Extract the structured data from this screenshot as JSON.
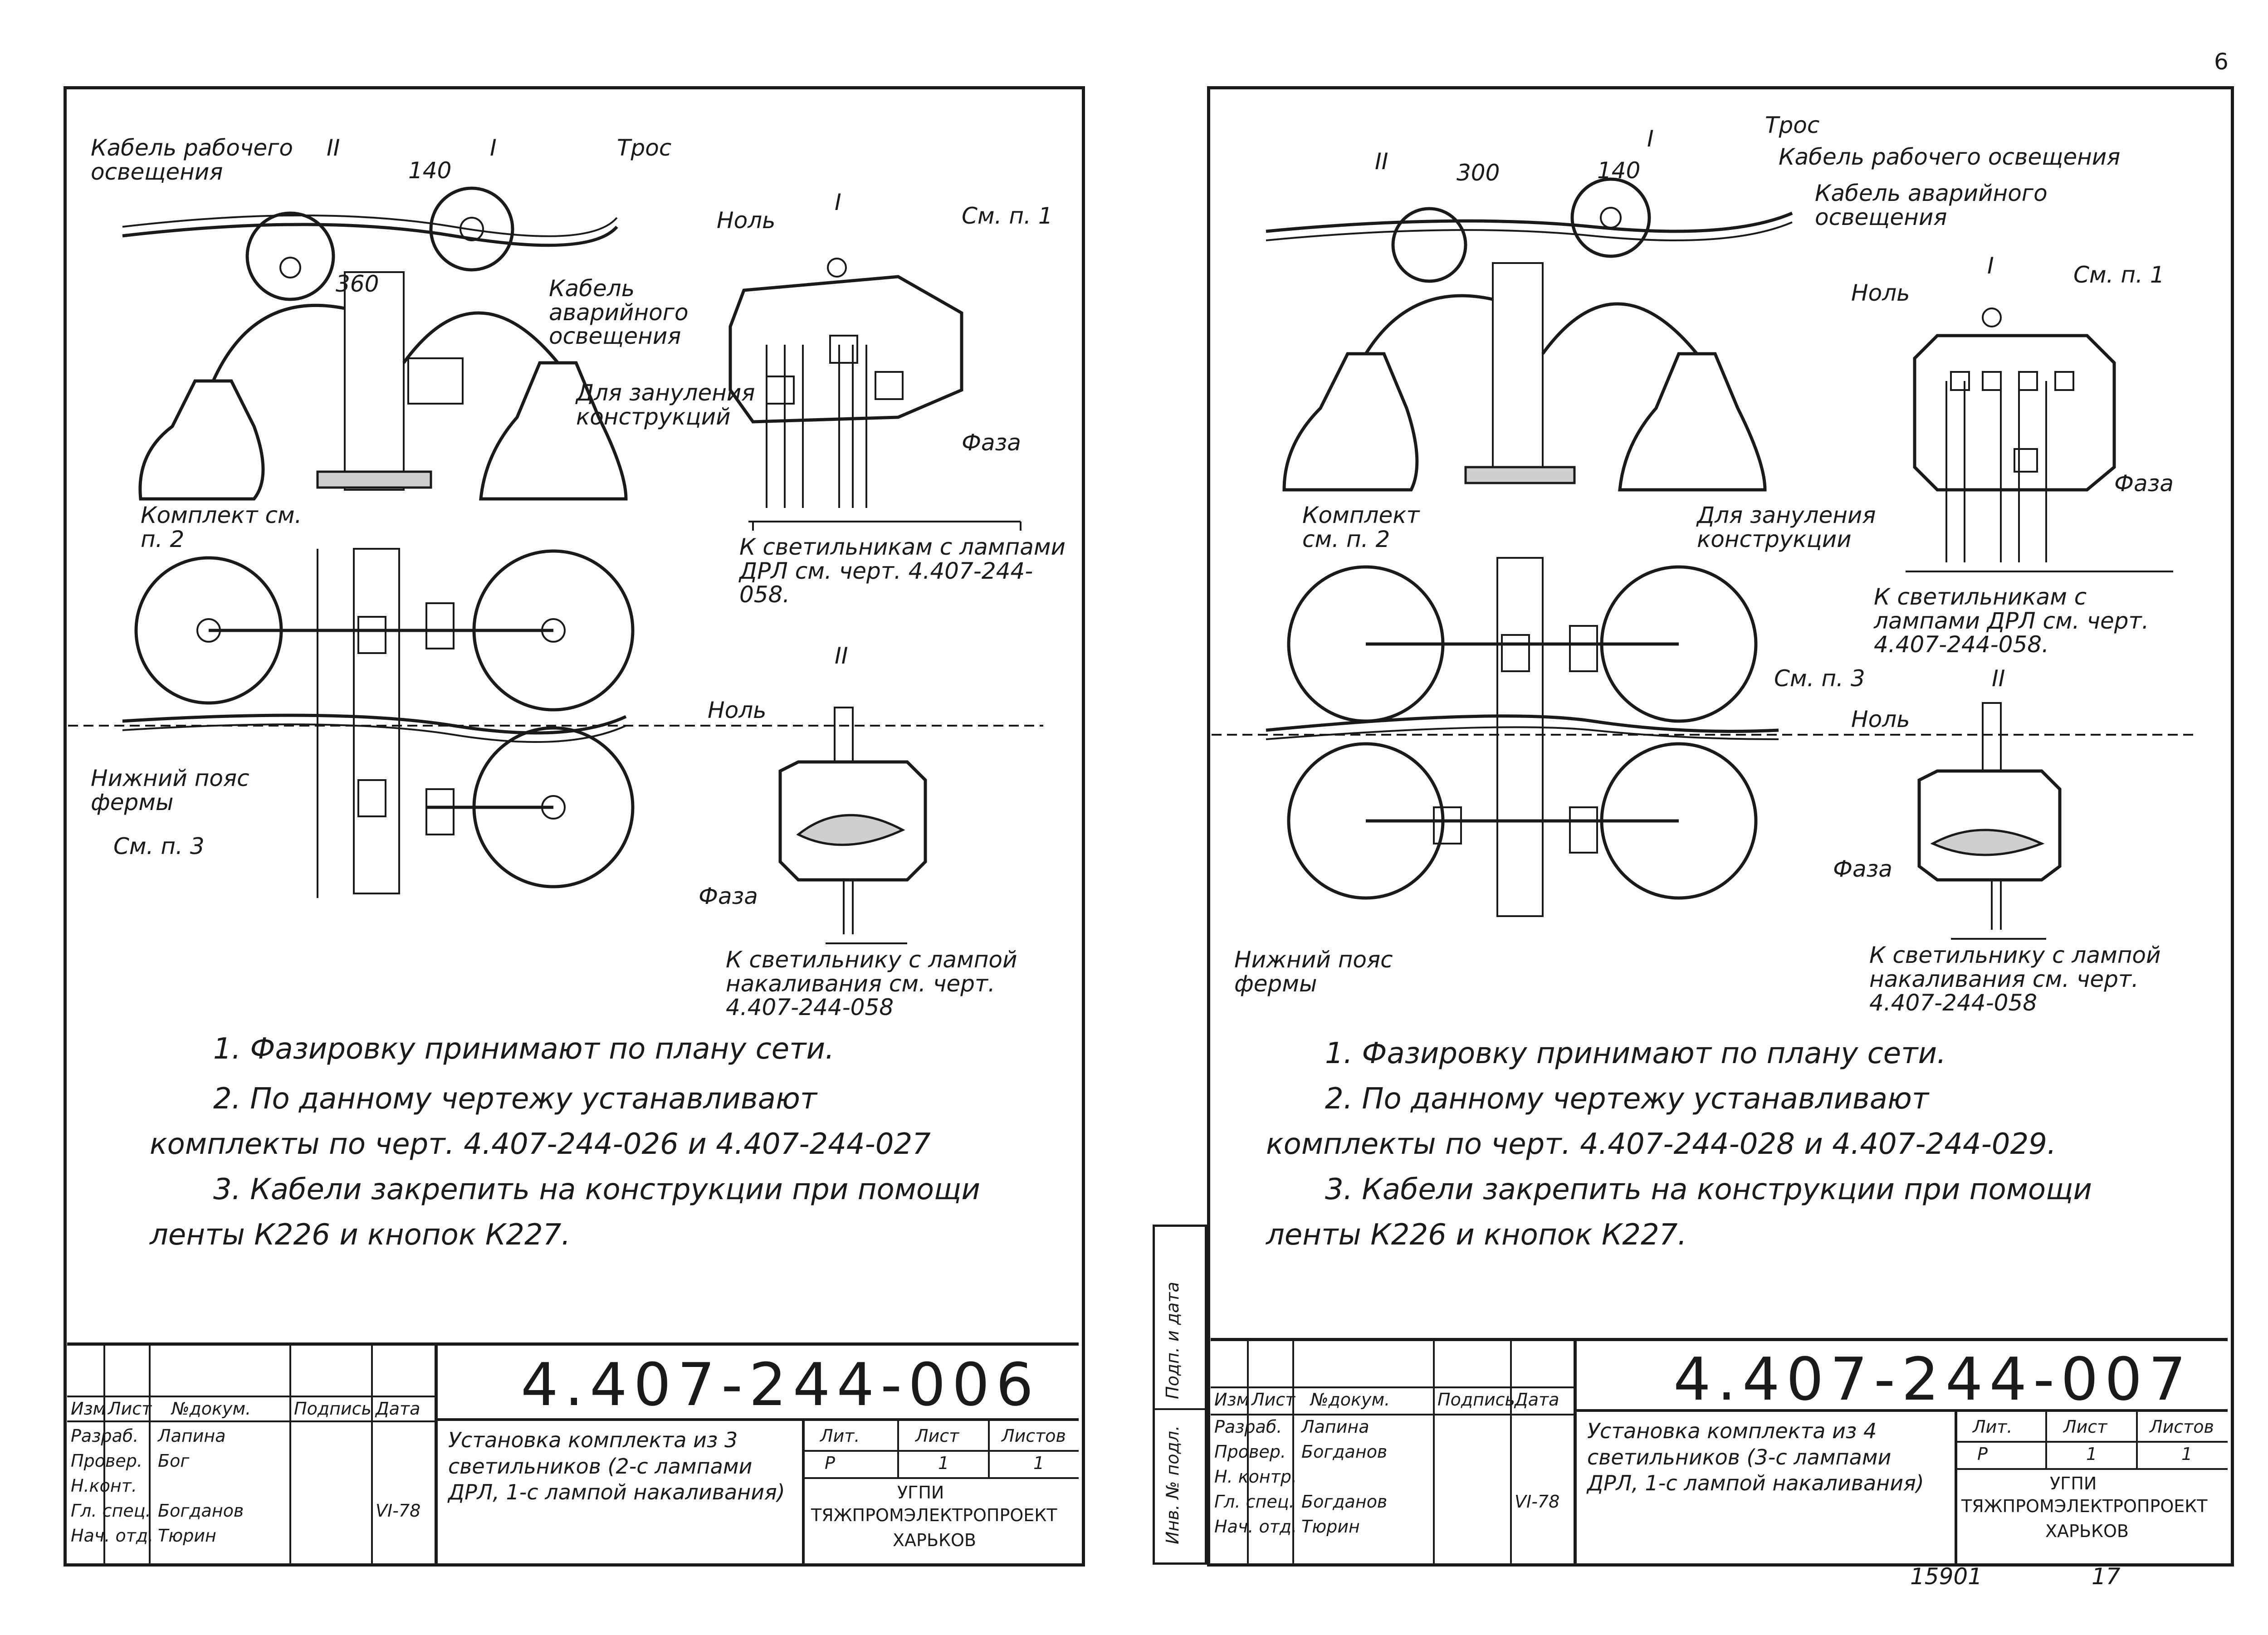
{
  "corner_mark": "6",
  "sheets": [
    {
      "labels": {
        "cable_work": "Кабель рабочего освещения",
        "roman2": "II",
        "roman1": "I",
        "dim140": "140",
        "tros": "Трос",
        "dim360": "360",
        "cable_emerg": "Кабель аварийного освещения",
        "zanul": "Для зануления конструкций",
        "komplekt": "Комплект см. п. 2",
        "lower_belt": "Нижний пояс фермы",
        "sm3": "См. п. 3",
        "det1_roman": "I",
        "det1_nol": "Ноль",
        "det1_sm1": "См. п. 1",
        "det1_faza": "Фаза",
        "det1_to": "К светильникам с лампами ДРЛ см. черт. 4.407-244-058.",
        "det2_roman": "II",
        "det2_nol": "Ноль",
        "det2_faza": "Фаза",
        "det2_to": "К светильнику с лампой накаливания см. черт. 4.407-244-058"
      },
      "notes": [
        "1. Фазировку принимают по плану сети.",
        "2. По данному чертежу устанавливают",
        "комплекты по черт. 4.407-244-026 и 4.407-244-027",
        "3. Кабели закрепить на конструкции при помощи",
        "ленты К226 и кнопок К227."
      ],
      "title_block": {
        "code": "4.407-244-006",
        "col_izm": "Изм",
        "col_list": "Лист",
        "col_doc": "№докум.",
        "col_sign": "Подпись",
        "col_date": "Дата",
        "rows": [
          {
            "role": "Разраб.",
            "name": "Лапина"
          },
          {
            "role": "Провер.",
            "name": "Бог"
          },
          {
            "role": "Н.конт.",
            "name": ""
          },
          {
            "role": "Гл. спец.",
            "name": "Богданов"
          },
          {
            "role": "Нач. отд.",
            "name": "Тюрин"
          }
        ],
        "date": "VI-78",
        "title": "Установка комплекта из 3 светильников (2-с лампами ДРЛ, 1-с лампой накаливания)",
        "lit_label": "Лит.",
        "sheet_label": "Лист",
        "sheets_label": "Листов",
        "lit_value": "Р",
        "sheet_value": "1",
        "sheets_value": "1",
        "org1": "УГПИ",
        "org2": "ТЯЖПРОМЭЛЕКТРОПРОЕКТ",
        "org3": "ХАРЬКОВ"
      }
    },
    {
      "labels": {
        "roman2": "II",
        "dim300": "300",
        "roman1": "I",
        "dim140": "140",
        "tros": "Трос",
        "cable_work": "Кабель рабочего освещения",
        "cable_emerg": "Кабель аварийного освещения",
        "komplekt": "Комплект см. п. 2",
        "zanul": "Для зануления конструкции",
        "sm3": "См. п. 3",
        "lower_belt": "Нижний пояс фермы",
        "det1_roman": "I",
        "det1_nol": "Ноль",
        "det1_sm1": "См. п. 1",
        "det1_faza": "Фаза",
        "det1_to": "К светильникам с лампами ДРЛ см. черт. 4.407-244-058.",
        "det2_roman": "II",
        "det2_nol": "Ноль",
        "det2_faza": "Фаза",
        "det2_to": "К светильнику с лампой накаливания см. черт. 4.407-244-058"
      },
      "notes": [
        "1. Фазировку принимают по плану сети.",
        "2. По данному чертежу устанавливают",
        "комплекты по черт. 4.407-244-028 и 4.407-244-029.",
        "3. Кабели закрепить на конструкции при помощи",
        "ленты К226 и кнопок К227."
      ],
      "margin_labels": {
        "inv": "Инв. № подл.",
        "sign": "Подп. и дата"
      },
      "title_block": {
        "code": "4.407-244-007",
        "col_izm": "Изм",
        "col_list": "Лист",
        "col_doc": "№докум.",
        "col_sign": "Подпись",
        "col_date": "Дата",
        "rows": [
          {
            "role": "Разраб.",
            "name": "Лапина"
          },
          {
            "role": "Провер.",
            "name": "Богданов"
          },
          {
            "role": "Н. контр.",
            "name": ""
          },
          {
            "role": "Гл. спец.",
            "name": "Богданов"
          },
          {
            "role": "Нач. отд.",
            "name": "Тюрин"
          }
        ],
        "date": "VI-78",
        "title": "Установка комплекта из 4 светильников (3-с лампами ДРЛ, 1-с лампой накаливания)",
        "lit_label": "Лит.",
        "sheet_label": "Лист",
        "sheets_label": "Листов",
        "lit_value": "Р",
        "sheet_value": "1",
        "sheets_value": "1",
        "org1": "УГПИ",
        "org2": "ТЯЖПРОМЭЛЕКТРОПРОЕКТ",
        "org3": "ХАРЬКОВ"
      },
      "footer_left": "15901",
      "footer_right": "17"
    }
  ]
}
